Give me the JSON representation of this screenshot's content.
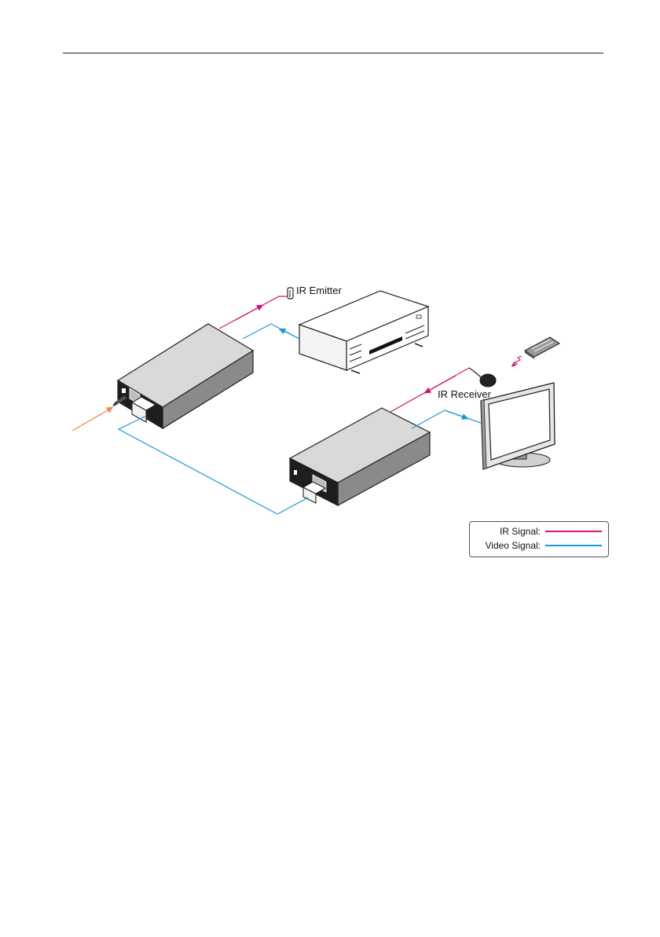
{
  "labels": {
    "ir_emitter": "IR Emitter",
    "ir_receiver": "IR Receiver"
  },
  "legend": {
    "ir_signal_label": "IR Signal:",
    "video_signal_label": "Video Signal:"
  },
  "colors": {
    "ir_signal": "#d4146e",
    "video_signal": "#1a9ad6",
    "input_arrow": "#f08a50",
    "device_top": "#d9d9d9",
    "device_side": "#8a8a8a",
    "device_front": "#1e1e1e"
  }
}
